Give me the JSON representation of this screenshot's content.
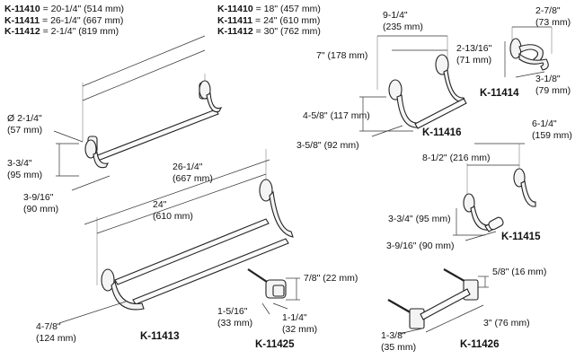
{
  "header_left": [
    {
      "model": "K-11410",
      "spec": " = 20-1/4\" (514 mm)"
    },
    {
      "model": "K-11411",
      "spec": " = 26-1/4\" (667 mm)"
    },
    {
      "model": "K-11412",
      "spec": " = 2-1/4\" (819 mm)"
    }
  ],
  "header_mid": [
    {
      "model": "K-11410",
      "spec": " = 18\" (457 mm)"
    },
    {
      "model": "K-11411",
      "spec": " = 24\" (610 mm)"
    },
    {
      "model": "K-11412",
      "spec": " = 30\" (762 mm)"
    }
  ],
  "single_bar": {
    "diameter": "Ø 2-1/4\"",
    "diameter_mm": "(57 mm)",
    "height": "3-3/4\"",
    "height_mm": "(95 mm)",
    "projection": "3-9/16\"",
    "projection_mm": "(90 mm)"
  },
  "double_bar": {
    "model": "K-11413",
    "overall": "26-1/4\"",
    "overall_mm": "(667 mm)",
    "center": "24\"",
    "center_mm": "(610 mm)",
    "projection": "4-7/8\"",
    "projection_mm": "(124 mm)"
  },
  "knob": {
    "model": "K-11425",
    "height": "7/8\" (22 mm)",
    "width": "1-5/16\"",
    "width_mm": "(33 mm)",
    "depth": "1-1/4\"",
    "depth_mm": "(32 mm)"
  },
  "shelf_bar": {
    "model": "K-11416",
    "width": "9-1/4\"",
    "width_mm": "(235 mm)",
    "center": "7\" (178 mm)",
    "height": "4-5/8\" (117 mm)",
    "projection": "3-5/8\" (92 mm)"
  },
  "hook": {
    "model": "K-11414",
    "width": "2-7/8\"",
    "width_mm": "(73 mm)",
    "height": "2-13/16\"",
    "height_mm": "(71 mm)",
    "projection": "3-1/8\"",
    "projection_mm": "(79 mm)"
  },
  "tissue_holder": {
    "model": "K-11415",
    "width": "6-1/4\"",
    "width_mm": "(159 mm)",
    "center": "8-1/2\" (216 mm)",
    "height": "3-3/4\" (95 mm)",
    "projection": "3-9/16\" (90 mm)"
  },
  "pull": {
    "model": "K-11426",
    "height": "5/8\" (16 mm)",
    "length": "3\" (76 mm)",
    "depth": "1-3/8\"",
    "depth_mm": "(35 mm)"
  }
}
